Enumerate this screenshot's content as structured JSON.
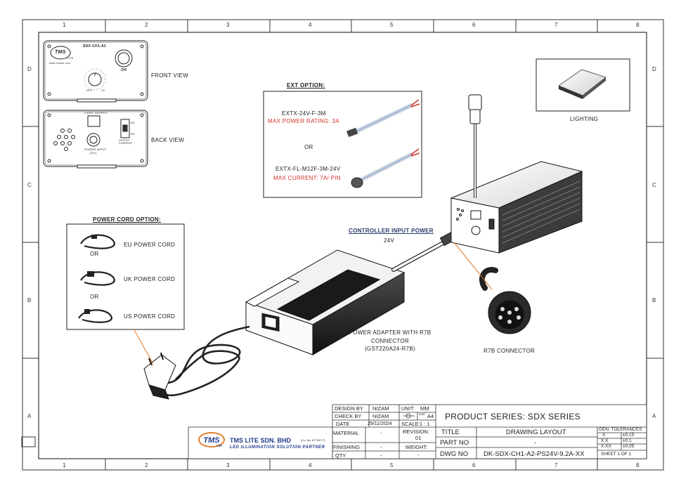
{
  "border": {
    "cols_top": [
      "1",
      "2",
      "3",
      "4",
      "5",
      "6",
      "7",
      "8"
    ],
    "cols_bottom": [
      "1",
      "2",
      "3",
      "4",
      "5",
      "6",
      "7",
      "8"
    ],
    "rows_left": [
      "D",
      "C",
      "B",
      "A"
    ],
    "rows_right": [
      "D",
      "C",
      "B",
      "A"
    ]
  },
  "front_panel": {
    "model_text": "SDX-CH1-A2",
    "logo_text": "TMS",
    "logo_sub": "LITE",
    "website": "www.tmslite.com",
    "knob_off": "OFF",
    "knob_max": "10",
    "on_label": "ON",
    "view_label": "FRONT VIEW"
  },
  "back_panel": {
    "light_output": "LIGHT OUTPUT",
    "power_input": "POWER INPUT",
    "power_input_sub": "(DC)",
    "output_current": "OUTPUT CURRENT",
    "current_hi": "9A",
    "current_lo": "5A",
    "view_label": "BACK VIEW"
  },
  "ext_option": {
    "title": "EXT OPTION:",
    "item1_model": "EXTX-24V-F-3M",
    "item1_spec": "MAX POWER RATING: 3A",
    "or": "OR",
    "item2_model": "EXTX-FL-M12F-3M-24V",
    "item2_spec": "MAX CURRENT: 7A/ PIN"
  },
  "lighting_label": "LIGHTING",
  "power_cord": {
    "title": "POWER CORD OPTION:",
    "eu": "EU POWER CORD",
    "uk": "UK POWER CORD",
    "us": "US POWER CORD",
    "or1": "OR",
    "or2": "OR"
  },
  "controller_input": {
    "title": "CONTROLLER INPUT POWER",
    "voltage": "24V"
  },
  "adapter": {
    "line1": "POWER ADAPTER WITH R7B",
    "line2": "CONNECTOR",
    "line3": "(GST220A24-R7B)"
  },
  "connector_label": "R7B CONNECTOR",
  "title_block": {
    "design_by_label": "DESIGN BY",
    "design_by": "NIZAM",
    "check_by_label": "CHECK BY",
    "check_by": "NIZAM",
    "date_label": "DATE",
    "date": "29/11/2024",
    "unit_label": "UNIT:",
    "unit": "MM",
    "size_label": "SIZE",
    "size": "A4",
    "scale_label": "SCALE:",
    "scale": "1 : 1",
    "material_label": "MATERIAL",
    "material": "-",
    "finishing_label": "FINISHING",
    "finishing": "-",
    "qty_label": "QTY",
    "qty": "-",
    "revision_label": "REVISION:",
    "revision": "01",
    "weight_label": "WEIGHT:",
    "weight": "-",
    "product_series": "PRODUCT SERIES: SDX SERIES",
    "title_label": "TITLE",
    "title": "DRAWING LAYOUT",
    "part_no_label": "PART NO",
    "part_no": "-",
    "dwg_no_label": "DWG NO",
    "dwg_no": "DK-SDX-CH1-A2-PS24V-9.2A-XX",
    "gen_tol_label": "GEN. TOLERANCES",
    "tol_x": "X",
    "tol_x_val": "±0.15",
    "tol_xx": "X.X",
    "tol_xx_val": "±0.1",
    "tol_xxx": "X.XX",
    "tol_xxx_val": "±0.05",
    "sheet": "SHEET 1 OF 1",
    "company_logo": "TMS",
    "company_logo_sub": "Lite",
    "company_name": "TMS LITE SDN. BHD",
    "company_reg": "(Co. No. 677437-T)",
    "company_tagline": "LED ILLUMINATION SOLUTION PARTNER"
  }
}
